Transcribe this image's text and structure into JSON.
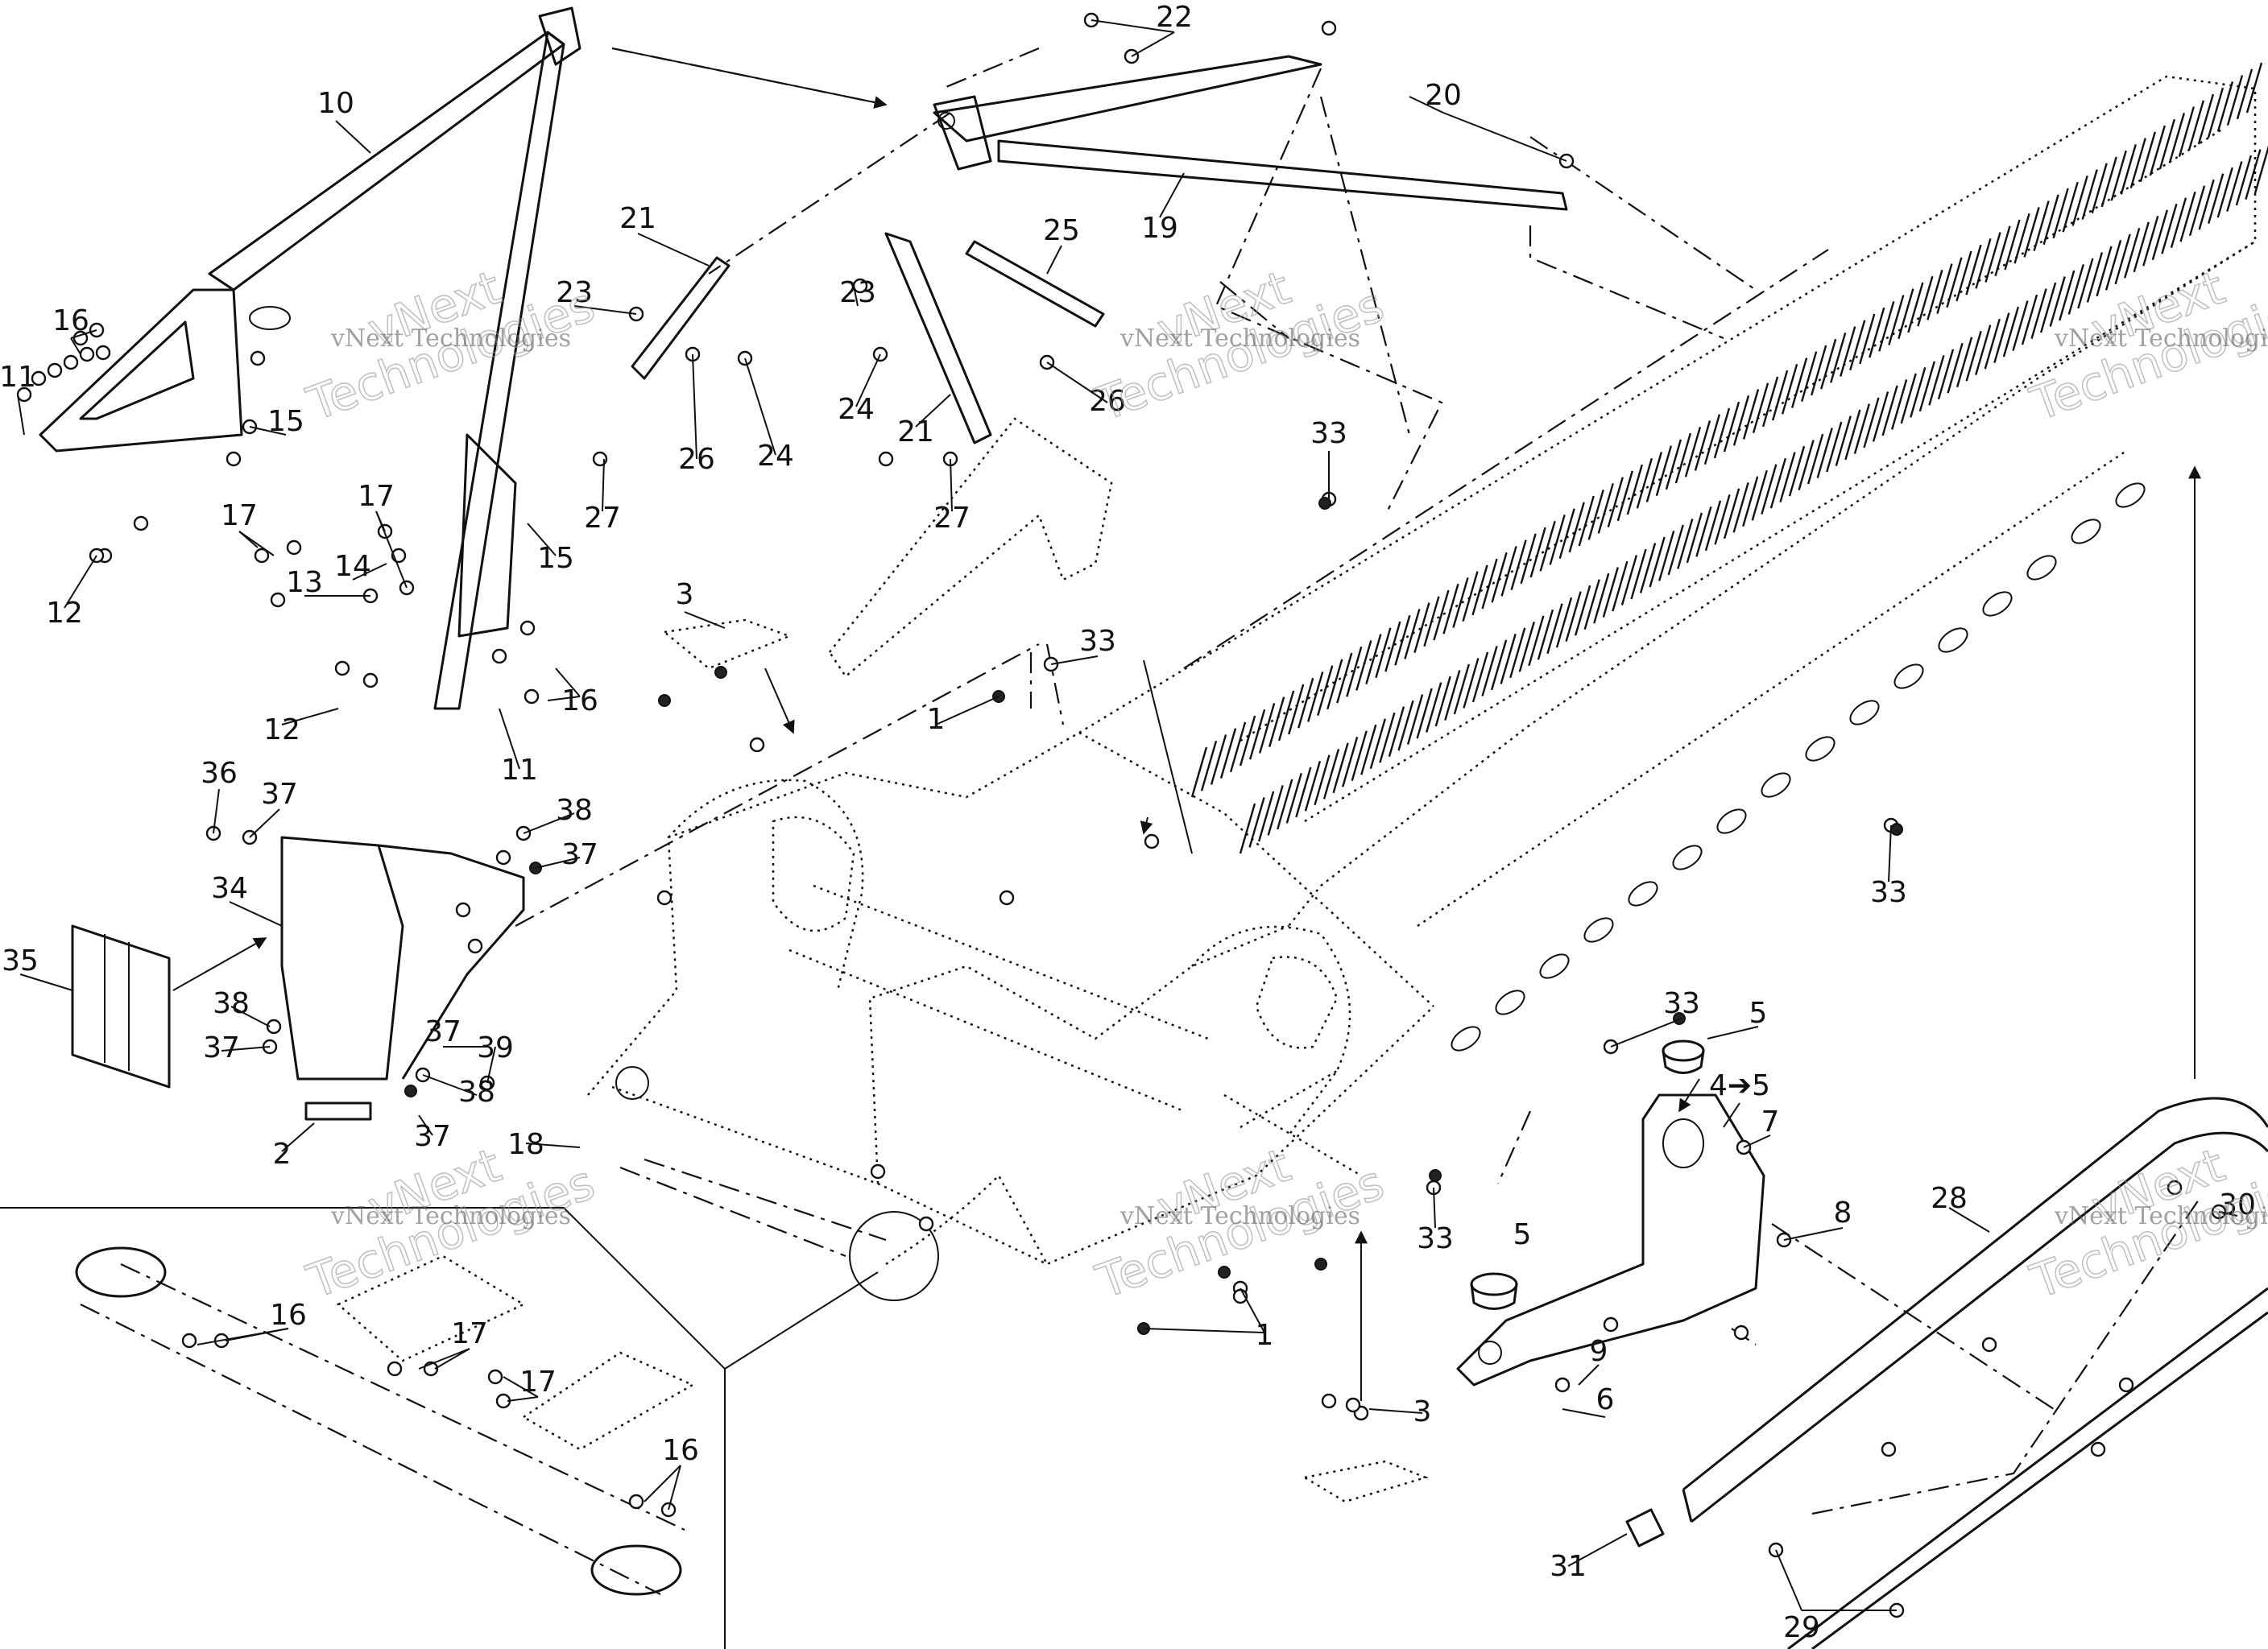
{
  "watermarks": [
    {
      "line1": "vNext",
      "line2": "Technologies",
      "sub": "vNext Technologies"
    }
  ],
  "callouts": [
    {
      "id": "c1a",
      "text": "1"
    },
    {
      "id": "c1b",
      "text": "1"
    },
    {
      "id": "c2",
      "text": "2"
    },
    {
      "id": "c3a",
      "text": "3"
    },
    {
      "id": "c3b",
      "text": "3"
    },
    {
      "id": "c4",
      "text": "4➔5"
    },
    {
      "id": "c5a",
      "text": "5"
    },
    {
      "id": "c5b",
      "text": "5"
    },
    {
      "id": "c6",
      "text": "6"
    },
    {
      "id": "c7",
      "text": "7"
    },
    {
      "id": "c8",
      "text": "8"
    },
    {
      "id": "c9",
      "text": "9"
    },
    {
      "id": "c10",
      "text": "10"
    },
    {
      "id": "c11a",
      "text": "11"
    },
    {
      "id": "c11b",
      "text": "11"
    },
    {
      "id": "c12a",
      "text": "12"
    },
    {
      "id": "c12b",
      "text": "12"
    },
    {
      "id": "c13",
      "text": "13"
    },
    {
      "id": "c14",
      "text": "14"
    },
    {
      "id": "c15a",
      "text": "15"
    },
    {
      "id": "c15b",
      "text": "15"
    },
    {
      "id": "c16a",
      "text": "16"
    },
    {
      "id": "c16b",
      "text": "16"
    },
    {
      "id": "c16c",
      "text": "16"
    },
    {
      "id": "c16d",
      "text": "16"
    },
    {
      "id": "c17a",
      "text": "17"
    },
    {
      "id": "c17b",
      "text": "17"
    },
    {
      "id": "c17c",
      "text": "17"
    },
    {
      "id": "c17d",
      "text": "17"
    },
    {
      "id": "c18",
      "text": "18"
    },
    {
      "id": "c19",
      "text": "19"
    },
    {
      "id": "c20",
      "text": "20"
    },
    {
      "id": "c21a",
      "text": "21"
    },
    {
      "id": "c21b",
      "text": "21"
    },
    {
      "id": "c22",
      "text": "22"
    },
    {
      "id": "c23a",
      "text": "23"
    },
    {
      "id": "c23b",
      "text": "23"
    },
    {
      "id": "c24a",
      "text": "24"
    },
    {
      "id": "c24b",
      "text": "24"
    },
    {
      "id": "c25",
      "text": "25"
    },
    {
      "id": "c26a",
      "text": "26"
    },
    {
      "id": "c26b",
      "text": "26"
    },
    {
      "id": "c27a",
      "text": "27"
    },
    {
      "id": "c27b",
      "text": "27"
    },
    {
      "id": "c28",
      "text": "28"
    },
    {
      "id": "c29",
      "text": "29"
    },
    {
      "id": "c30",
      "text": "30"
    },
    {
      "id": "c31",
      "text": "31"
    },
    {
      "id": "c33a",
      "text": "33"
    },
    {
      "id": "c33b",
      "text": "33"
    },
    {
      "id": "c33c",
      "text": "33"
    },
    {
      "id": "c33d",
      "text": "33"
    },
    {
      "id": "c33e",
      "text": "33"
    },
    {
      "id": "c34",
      "text": "34"
    },
    {
      "id": "c35",
      "text": "35"
    },
    {
      "id": "c36",
      "text": "36"
    },
    {
      "id": "c37a",
      "text": "37"
    },
    {
      "id": "c37b",
      "text": "37"
    },
    {
      "id": "c37c",
      "text": "37"
    },
    {
      "id": "c37d",
      "text": "37"
    },
    {
      "id": "c37e",
      "text": "37"
    },
    {
      "id": "c38a",
      "text": "38"
    },
    {
      "id": "c38b",
      "text": "38"
    },
    {
      "id": "c38c",
      "text": "38"
    },
    {
      "id": "c39",
      "text": "39"
    }
  ]
}
